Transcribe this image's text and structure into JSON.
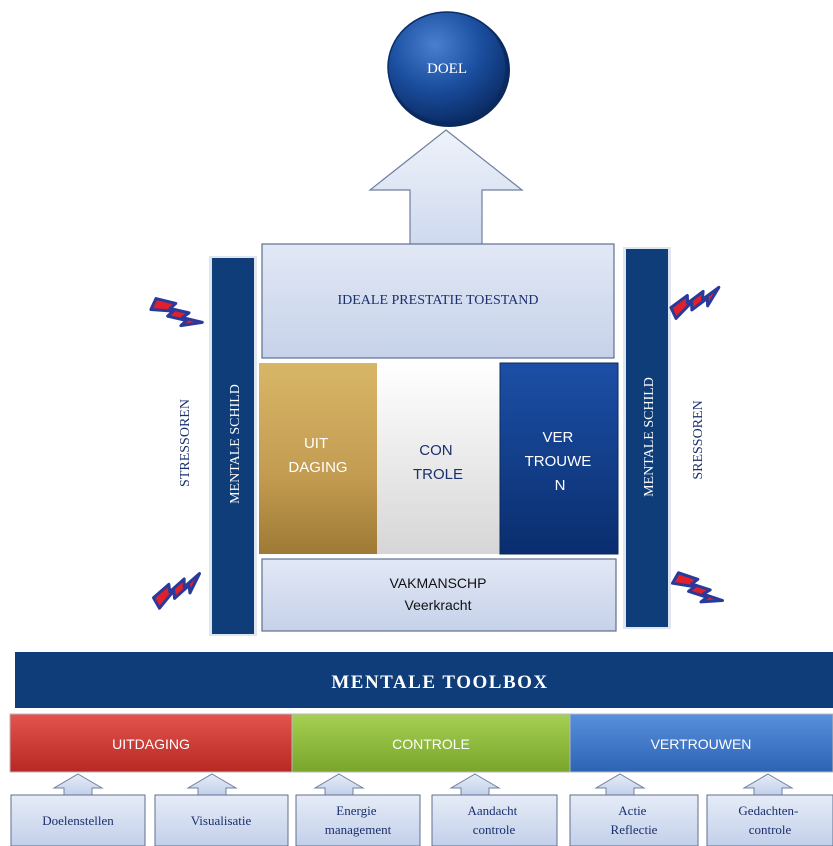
{
  "goal": {
    "label": "DOEL"
  },
  "ideal_state": {
    "label": "IDEALE PRESTATIE TOESTAND"
  },
  "pillars": [
    {
      "lines": [
        "UIT",
        "DAGING"
      ],
      "color": "#c6a45a"
    },
    {
      "lines": [
        "CON",
        "TROLE"
      ],
      "color": "#f2f2f2"
    },
    {
      "lines": [
        "VER",
        "TROUWE",
        "N"
      ],
      "color": "#123f8c"
    }
  ],
  "foundation": {
    "line1": "VAKMANSCHP",
    "line2": "Veerkracht"
  },
  "shields": {
    "left": "MENTALE SCHILD",
    "right": "MENTALE SCHILD"
  },
  "stressors": {
    "left": "STRESSOREN",
    "right": "SRESSOREN"
  },
  "toolbox": {
    "title": "MENTALE TOOLBOX"
  },
  "categories": [
    {
      "label": "UITDAGING",
      "color": "#d23a36"
    },
    {
      "label": "CONTROLE",
      "color": "#8cbb3a"
    },
    {
      "label": "VERTROUWEN",
      "color": "#3a74c4"
    }
  ],
  "tools": [
    {
      "lines": [
        "Doelenstellen"
      ]
    },
    {
      "lines": [
        "Visualisatie"
      ]
    },
    {
      "lines": [
        "Energie",
        "management"
      ]
    },
    {
      "lines": [
        "Aandacht",
        "controle"
      ]
    },
    {
      "lines": [
        "Actie",
        "Reflectie"
      ]
    },
    {
      "lines": [
        "Gedachten-",
        "controle"
      ]
    }
  ],
  "colors": {
    "navy": "#0f3d7a",
    "light_box": "#d4dcef",
    "box_border": "#5f6f8f",
    "bolt_blue": "#2a3a9a",
    "bolt_red": "#e0202a"
  }
}
